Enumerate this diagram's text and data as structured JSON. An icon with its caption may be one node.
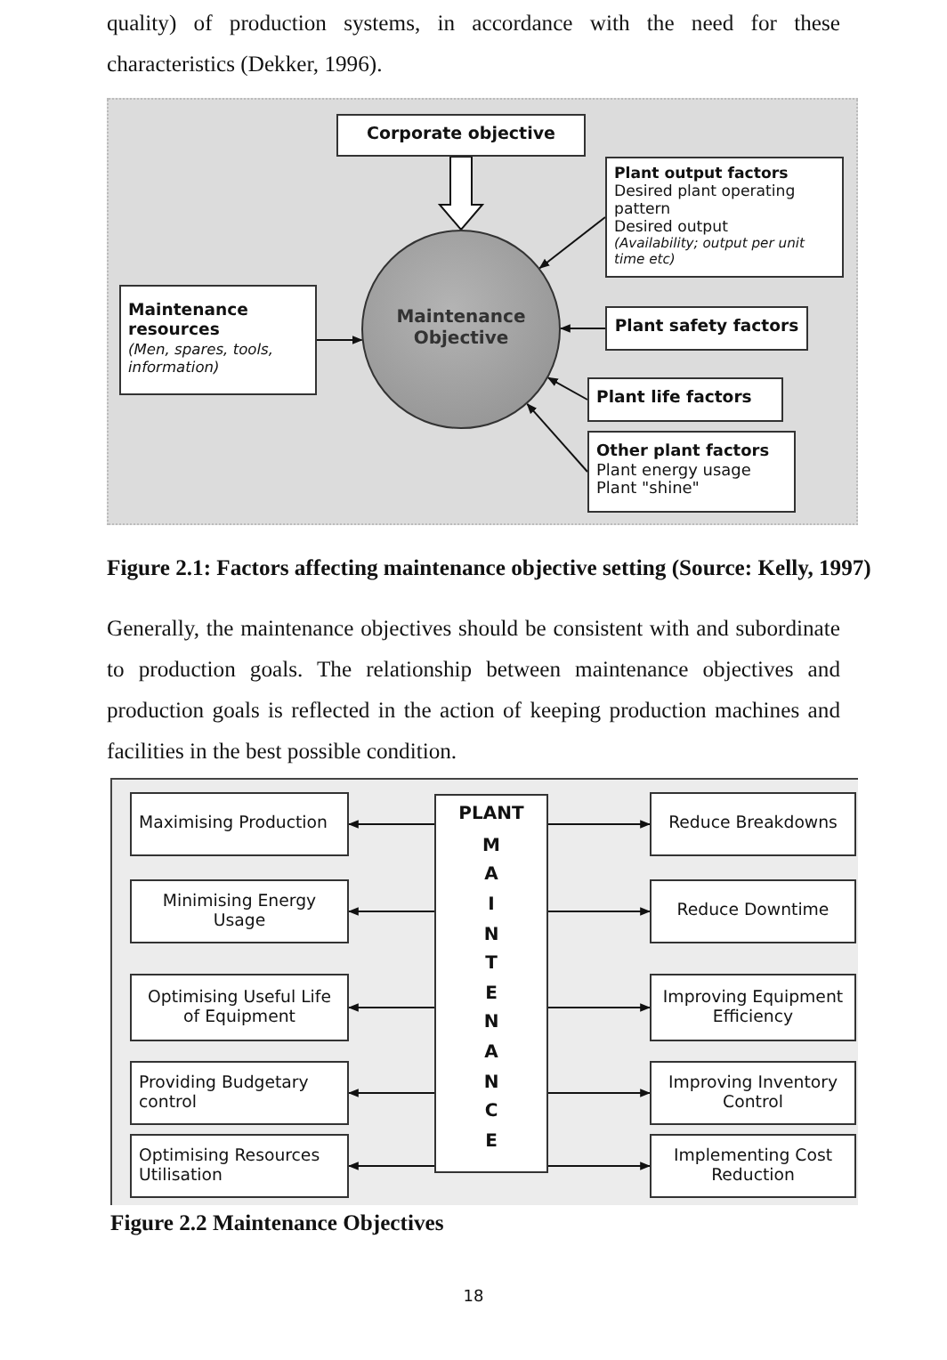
{
  "diagram": {
    "nodes": [
      {
        "text": [
          "Corporate objective"
        ]
      },
      {
        "text": [
          "Maintenance Objective"
        ]
      },
      {
        "text": [
          "Plant output factors",
          "Desired plant operating pattern",
          "Desired output",
          "*(Availability; output per unit time* etc)"
        ]
      },
      {
        "text": [
          "Maintenance resources",
          "(Men, spares, tools, information)"
        ]
      },
      {
        "text": [
          "Plant safety factors"
        ]
      },
      {
        "text": [
          "Plant life factors"
        ]
      },
      {
        "text": [
          "Other plant factors",
          "Plant energy usage",
          "Plant \"shine\""
        ]
      },
      {
        "text": [
          "Maximising Production"
        ]
      },
      {
        "text": [
          "PLANT",
          "M A I N T E N A N C E"
        ]
      },
      {
        "text": [
          "Reduce Breakdowns"
        ]
      },
      {
        "text": [
          "Minimising Energy Usage"
        ]
      },
      {
        "text": [
          "Reduce Downtime"
        ]
      },
      {
        "text": [
          "Optimising Useful Life of Equipment"
        ]
      },
      {
        "text": [
          "Improving Equipment Efficiency"
        ]
      },
      {
        "text": [
          "Providing Budgetary control"
        ]
      },
      {
        "text": [
          "Improving Inventory Control"
        ]
      },
      {
        "text": [
          "Optimising Resources Utilisation"
        ]
      },
      {
        "text": [
          "Implementing Cost Reduction"
        ]
      }
    ],
    "edges": [
      {
        "from": 0,
        "to": 1,
        "arrow": "to",
        "style": "thick"
      },
      {
        "from": 2,
        "to": 1,
        "arrow": "to"
      },
      {
        "from": 3,
        "to": 1,
        "arrow": "to"
      },
      {
        "from": 4,
        "to": 1,
        "arrow": "to"
      },
      {
        "from": 5,
        "to": 1,
        "arrow": "to"
      },
      {
        "from": 6,
        "to": 1,
        "arrow": "to"
      },
      {
        "from": 8,
        "to": 7,
        "arrow": "to"
      },
      {
        "from": 8,
        "to": 9,
        "arrow": "to"
      },
      {
        "from": 8,
        "to": 10,
        "arrow": "to"
      },
      {
        "from": 8,
        "to": 11,
        "arrow": "to"
      },
      {
        "from": 8,
        "to": 12,
        "arrow": "to"
      },
      {
        "from": 8,
        "to": 13,
        "arrow": "to"
      },
      {
        "from": 8,
        "to": 14,
        "arrow": "to"
      },
      {
        "from": 8,
        "to": 15,
        "arrow": "to"
      },
      {
        "from": 8,
        "to": 16,
        "arrow": "to"
      },
      {
        "from": 8,
        "to": 17,
        "arrow": "to"
      }
    ],
    "labels": [
      "quality) of production systems, in accordance with the need for these characteristics (Dekker, 1996).",
      "Figure 2.1: Factors affecting maintenance objective setting (Source: Kelly, 1997)",
      "Generally, the maintenance objectives should be consistent with and subordinate to production goals. The relationship between maintenance objectives and production goals is reflected in the action of keeping production machines and facilities in the best possible condition.",
      "Figure 2.2 Maintenance Objectives",
      "18"
    ]
  }
}
